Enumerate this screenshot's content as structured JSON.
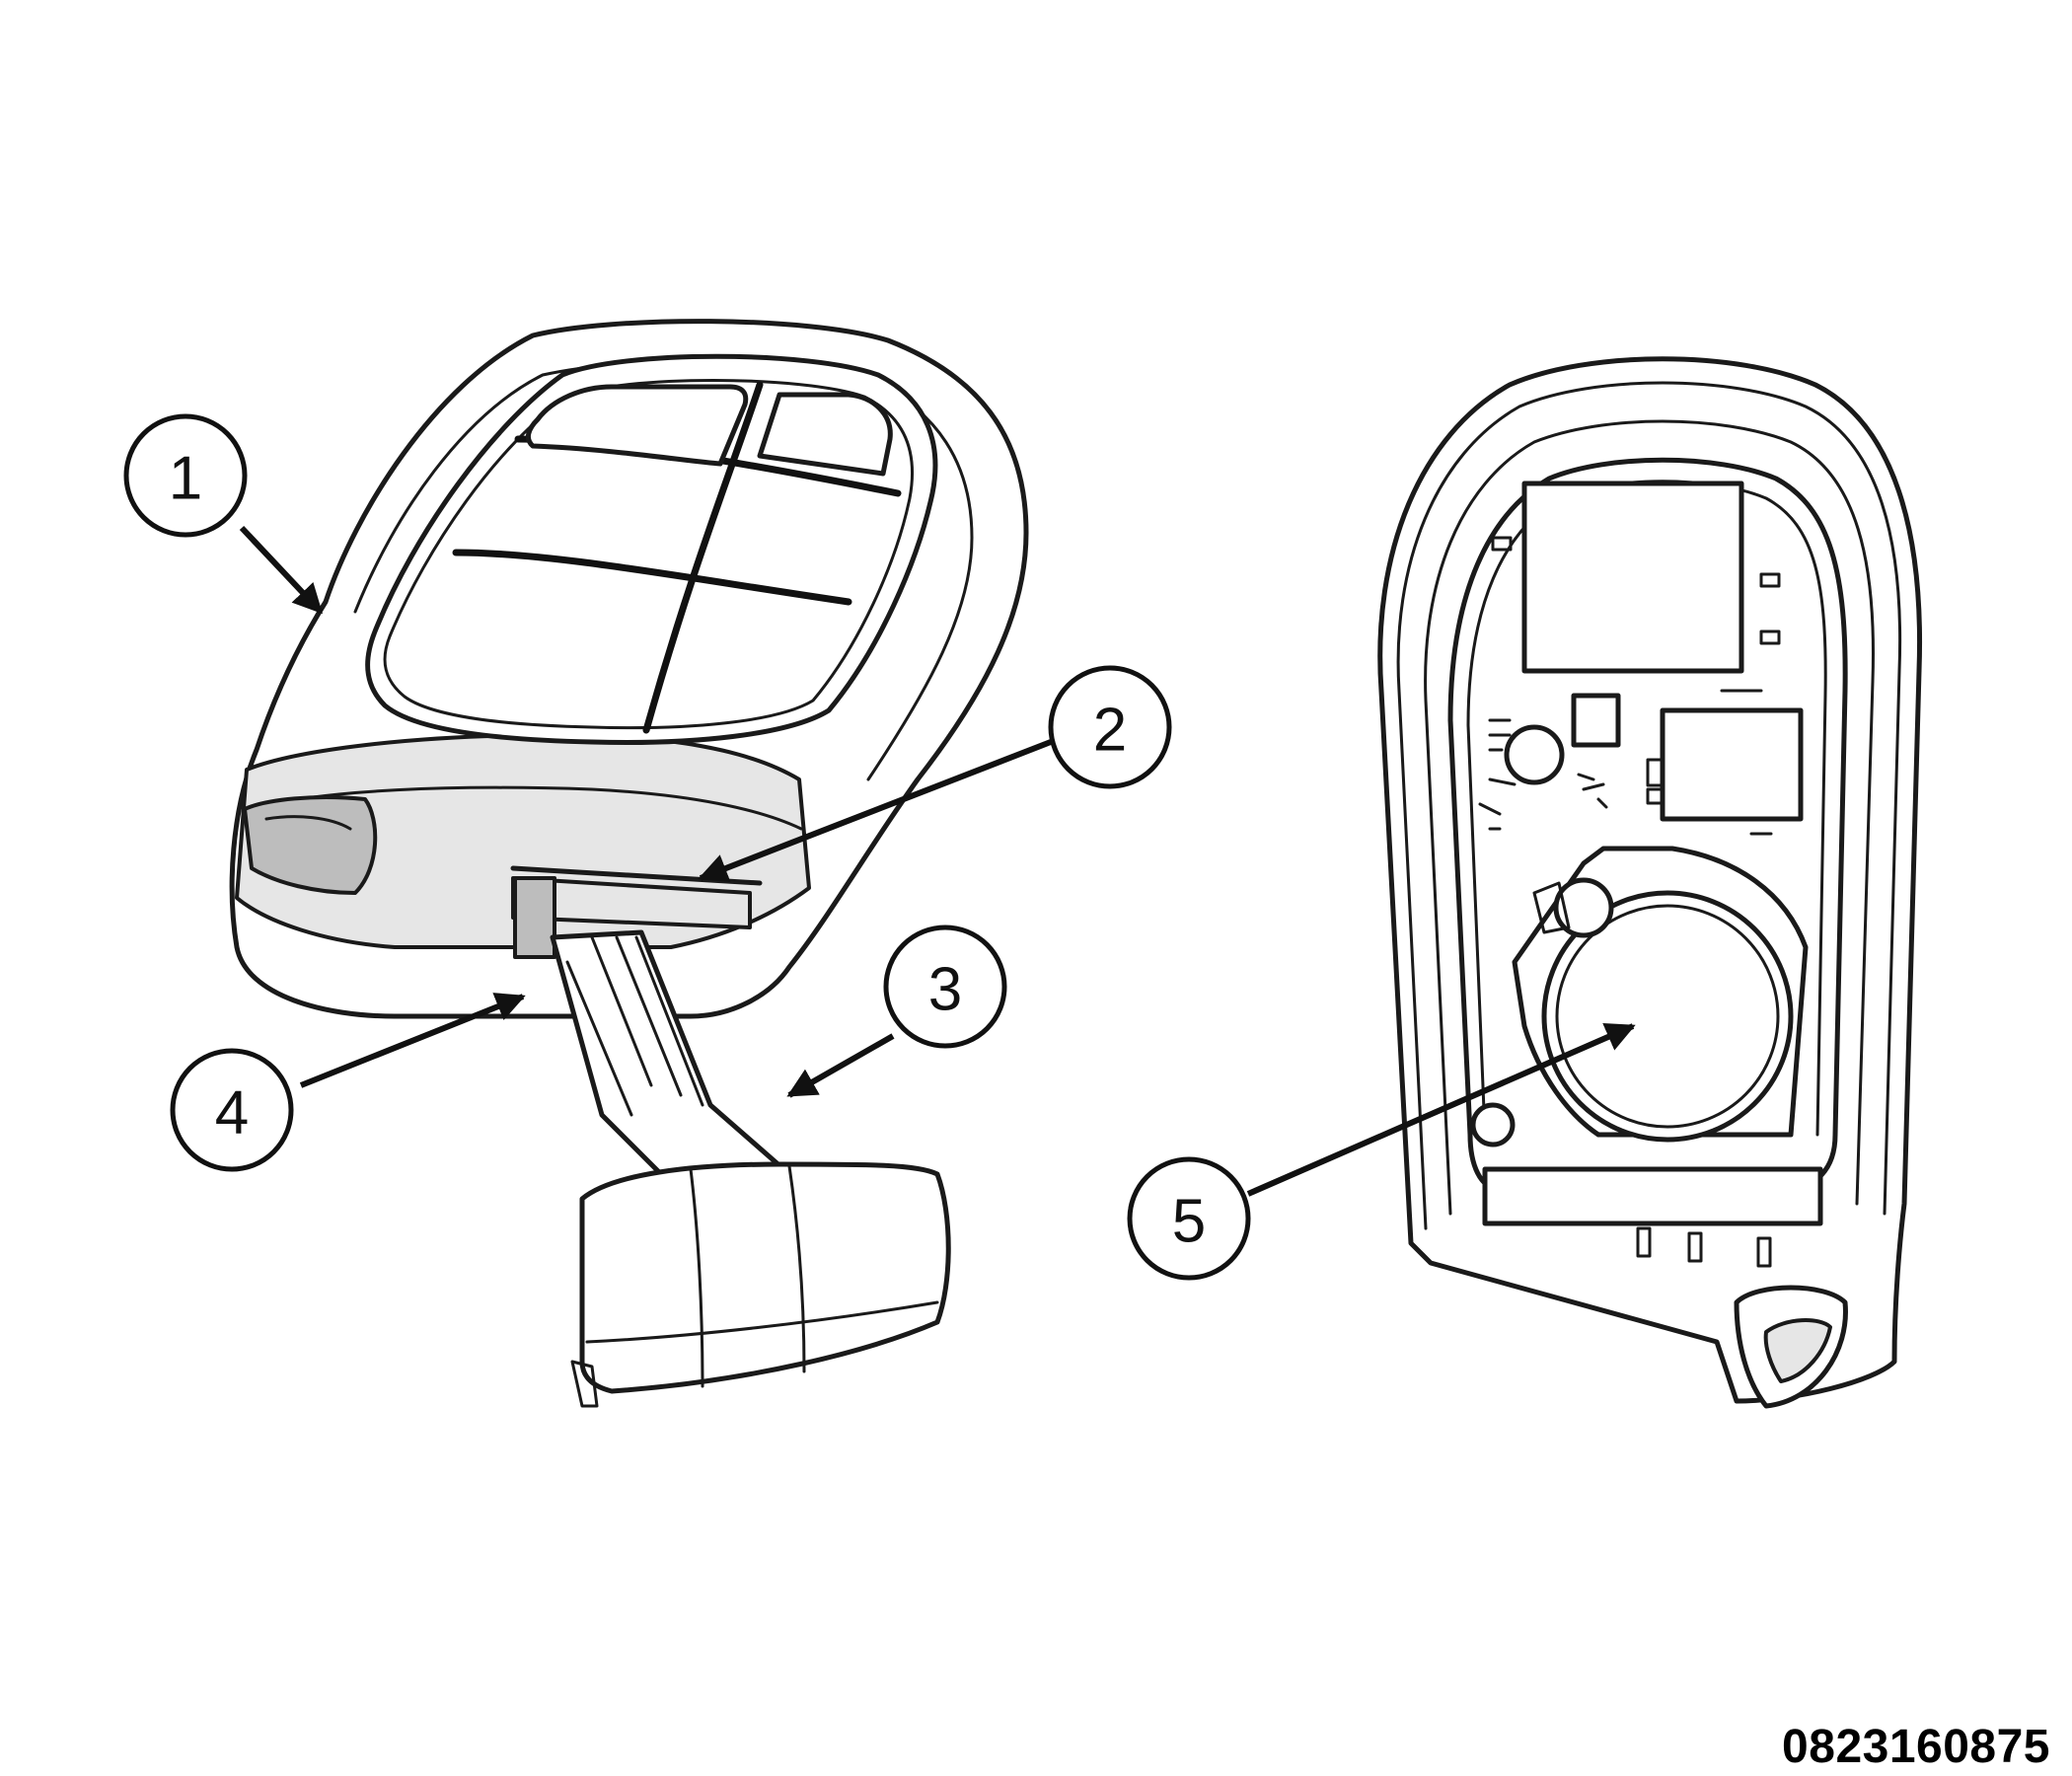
{
  "callouts": [
    {
      "id": "callout-1",
      "label": "1"
    },
    {
      "id": "callout-2",
      "label": "2"
    },
    {
      "id": "callout-3",
      "label": "3"
    },
    {
      "id": "callout-4",
      "label": "4"
    },
    {
      "id": "callout-5",
      "label": "5"
    }
  ],
  "figure_id": "0823160875"
}
